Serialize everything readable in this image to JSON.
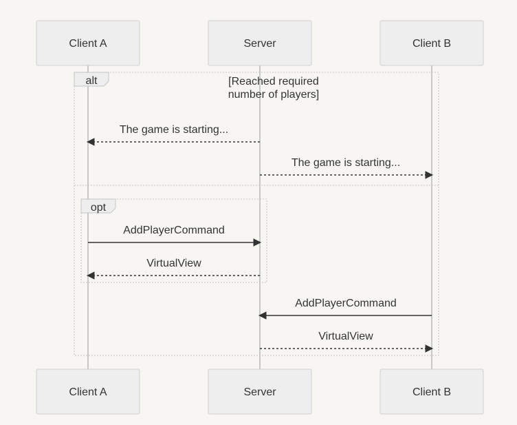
{
  "diagram": {
    "participants": [
      {
        "id": "clientA",
        "label": "Client A"
      },
      {
        "id": "server",
        "label": "Server"
      },
      {
        "id": "clientB",
        "label": "Client B"
      }
    ],
    "fragments": [
      {
        "id": "alt",
        "kind": "alt",
        "condition_line1": "[Reached required",
        "condition_line2": "number of players]"
      },
      {
        "id": "opt",
        "kind": "opt"
      }
    ],
    "messages": [
      {
        "id": "m1",
        "from": "server",
        "to": "clientA",
        "label": "The game is starting...",
        "style": "dashed"
      },
      {
        "id": "m2",
        "from": "server",
        "to": "clientB",
        "label": "The game is starting...",
        "style": "dashed"
      },
      {
        "id": "m3",
        "from": "clientA",
        "to": "server",
        "label": "AddPlayerCommand",
        "style": "solid"
      },
      {
        "id": "m4",
        "from": "server",
        "to": "clientA",
        "label": "VirtualView",
        "style": "dashed"
      },
      {
        "id": "m5",
        "from": "clientB",
        "to": "server",
        "label": "AddPlayerCommand",
        "style": "solid"
      },
      {
        "id": "m6",
        "from": "server",
        "to": "clientB",
        "label": "VirtualView",
        "style": "dashed"
      }
    ]
  },
  "colors": {
    "background": "#f7f6f3",
    "box_fill": "#eeeeee",
    "line": "#333333",
    "lifeline": "#c8c8c8"
  }
}
